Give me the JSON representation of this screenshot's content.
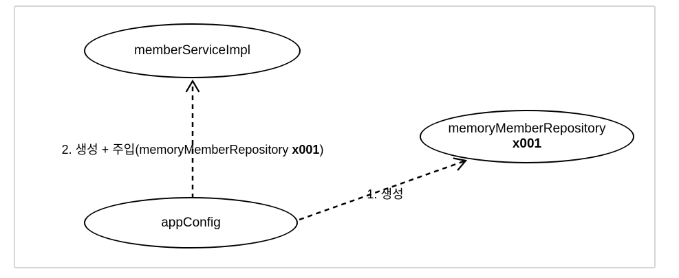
{
  "diagram": {
    "title": "spring-di-bean-creation-diagram",
    "colors": {
      "stroke": "#000000",
      "frame_border": "#d6d6d6",
      "background": "#ffffff"
    },
    "nodes": {
      "member_service_impl": {
        "label": "memberServiceImpl"
      },
      "memory_member_repository": {
        "label": "memoryMemberRepository",
        "sublabel": "x001"
      },
      "app_config": {
        "label": "appConfig"
      }
    },
    "edges": {
      "create_inject": {
        "label_prefix": "2. 생성 + 주입(memoryMemberRepository ",
        "label_bold": "x001",
        "label_suffix": ")"
      },
      "create": {
        "label": "1. 생성"
      }
    }
  }
}
